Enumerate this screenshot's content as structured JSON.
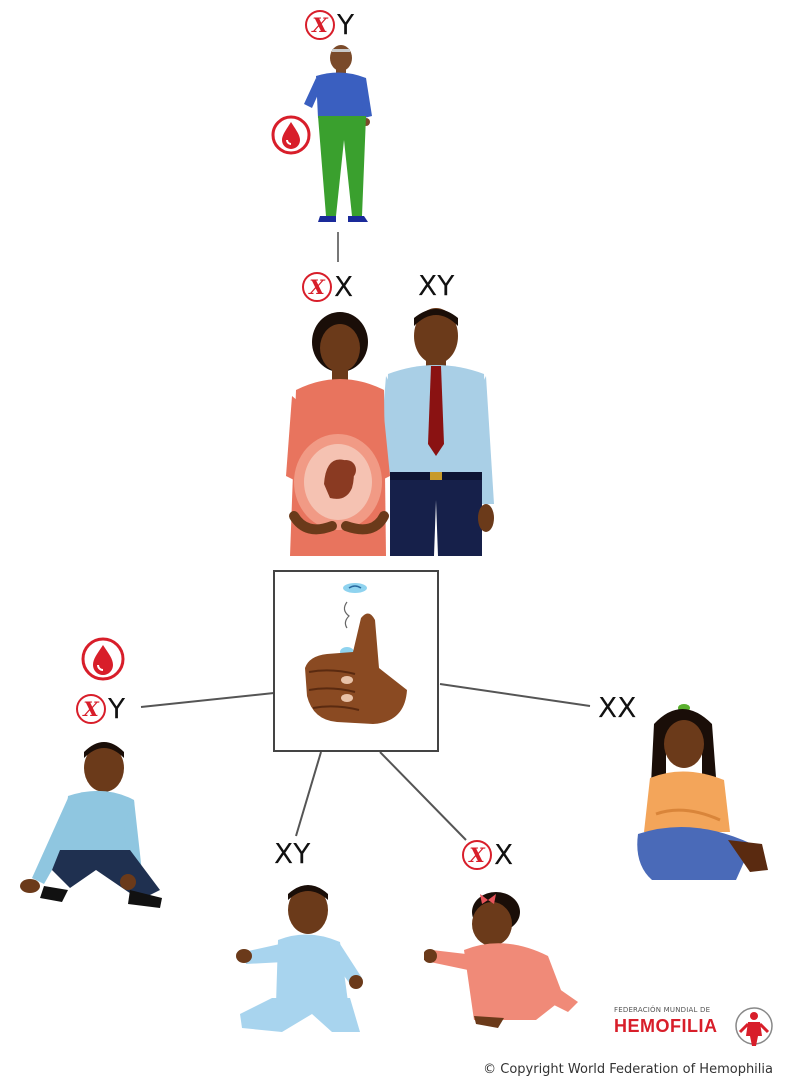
{
  "nodes": {
    "grandfather": {
      "genotype": [
        "X",
        "Y"
      ]
    },
    "mother": {
      "genotype": [
        "X",
        "X"
      ]
    },
    "father": {
      "genotype": [
        "X",
        "Y"
      ]
    },
    "son_affected": {
      "genotype": [
        "X",
        "Y"
      ]
    },
    "son_unaffected": {
      "genotype": [
        "X",
        "Y"
      ]
    },
    "daughter_carrier": {
      "genotype": [
        "X",
        "X"
      ]
    },
    "daughter_noncarrier": {
      "genotype": [
        "X",
        "X"
      ]
    }
  },
  "logo": {
    "small_text": "FEDERACIÓN MUNDIAL DE",
    "big_text": "HEMOFILIA"
  },
  "copyright": "© Copyright World Federation of Hemophilia",
  "colors": {
    "marker_red": "#d81e2a",
    "line": "#333333"
  },
  "icons": {
    "affected_x": "circled-x-icon",
    "bleeding": "blood-drop-icon",
    "chance": "thumb-coin-flip-icon"
  }
}
